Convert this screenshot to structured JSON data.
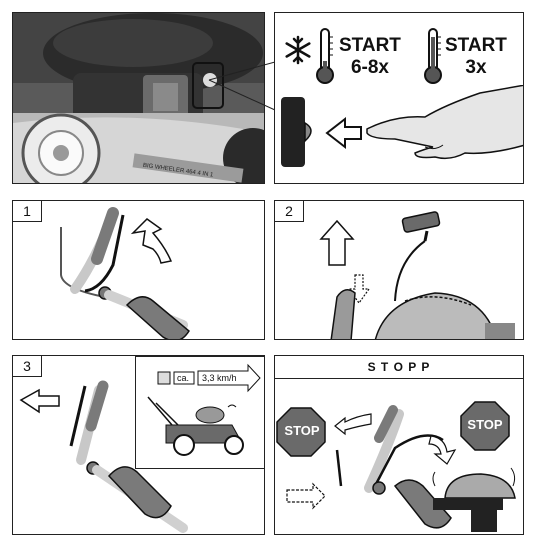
{
  "cold_start": {
    "label": "START",
    "count": "6-8x"
  },
  "warm_start": {
    "label": "START",
    "count": "3x"
  },
  "engine_label": "BIG WHEELER 464 4 IN 1",
  "steps": [
    {
      "number": "1"
    },
    {
      "number": "2"
    },
    {
      "number": "3"
    }
  ],
  "speed": {
    "label": "ca.",
    "value": "3,3 km/h"
  },
  "stop": {
    "title": "S T O P P",
    "sign_left": "STOP",
    "sign_right": "STOP"
  },
  "colors": {
    "dark": "#222222",
    "grey": "#7a7a7a",
    "light_grey": "#c8c8c8",
    "line": "#111111"
  }
}
